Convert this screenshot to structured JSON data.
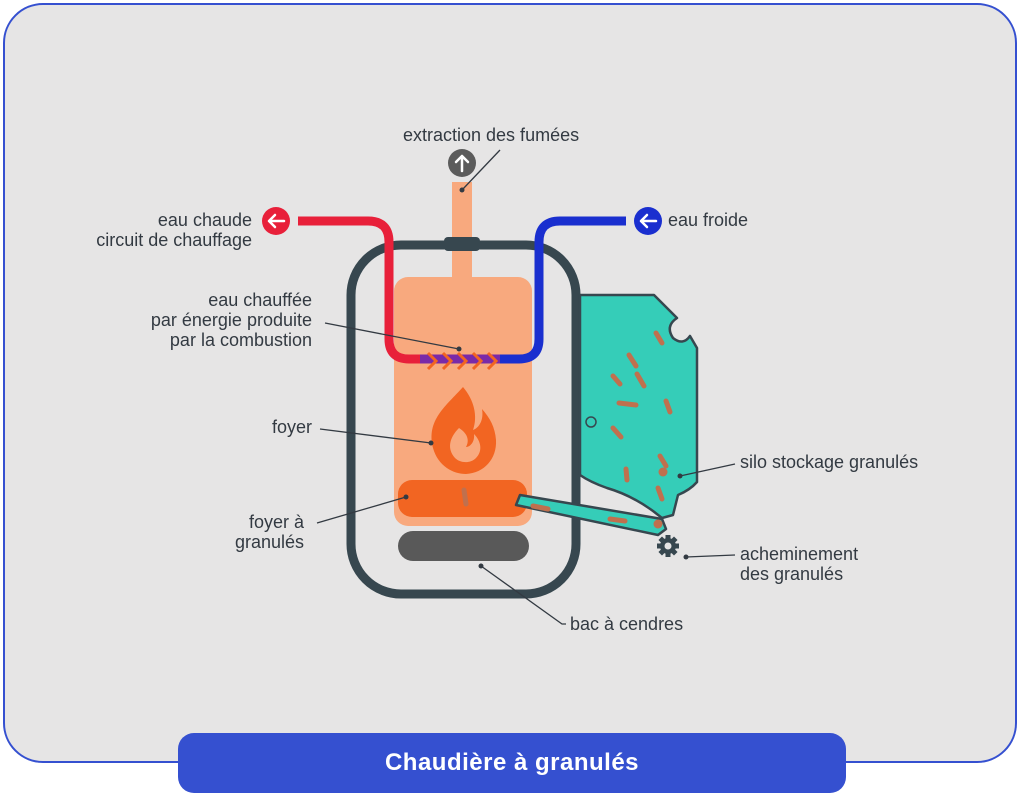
{
  "title": "Chaudière à granulés",
  "labels": {
    "extraction": "extraction des fumées",
    "eau_chaude_l1": "eau chaude",
    "eau_chaude_l2": "circuit de chauffage",
    "eau_froide": "eau froide",
    "eau_chauffee_l1": "eau chauffée",
    "eau_chauffee_l2": "par énergie produite",
    "eau_chauffee_l3": "par la combustion",
    "foyer": "foyer",
    "foyer_granules_l1": "foyer à",
    "foyer_granules_l2": "granulés",
    "silo": "silo stockage granulés",
    "acheminement_l1": "acheminement",
    "acheminement_l2": "des granulés",
    "bac": "bac à cendres"
  },
  "icons": {
    "smoke": "arrow-up-icon",
    "hot_water": "arrow-left-icon",
    "cold_water": "arrow-left-icon",
    "flame": "flame-icon",
    "gear": "gear-icon"
  },
  "colors": {
    "frame_border": "#3550d0",
    "background": "#e6e5e5",
    "boiler_outline": "#37474f",
    "chamber": "#f8a97e",
    "flame": "#f26522",
    "hot_water": "#e8203a",
    "cold_water": "#1a2fcf",
    "silo": "#35cdb8",
    "pellet": "#c0704e",
    "ash": "#595959",
    "text": "#333a42"
  }
}
